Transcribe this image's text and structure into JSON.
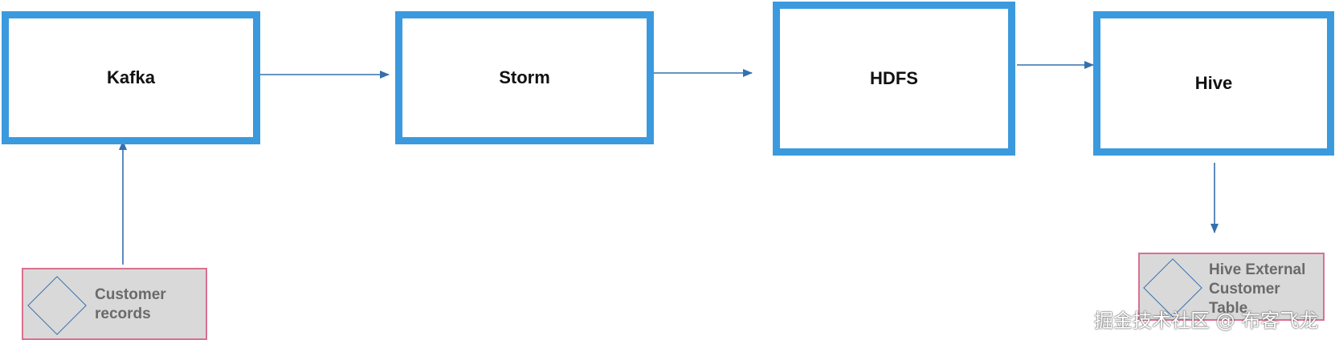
{
  "diagram": {
    "nodes": {
      "kafka": {
        "label": "Kafka"
      },
      "storm": {
        "label": "Storm"
      },
      "hdfs": {
        "label": "HDFS"
      },
      "hive": {
        "label": "Hive"
      },
      "customer_records": {
        "label": "Customer\nrecords"
      },
      "hive_external": {
        "label": "Hive External\nCustomer\nTable"
      }
    },
    "edges": [
      {
        "from": "customer_records",
        "to": "kafka"
      },
      {
        "from": "kafka",
        "to": "storm"
      },
      {
        "from": "storm",
        "to": "hdfs"
      },
      {
        "from": "hdfs",
        "to": "hive"
      },
      {
        "from": "hive",
        "to": "hive_external"
      }
    ],
    "colors": {
      "process_border": "#3b9ade",
      "data_border": "#d9708f",
      "data_fill": "#d9d9d9",
      "arrow": "#3570ad"
    }
  },
  "watermark": "掘金技术社区 @ 布客飞龙"
}
